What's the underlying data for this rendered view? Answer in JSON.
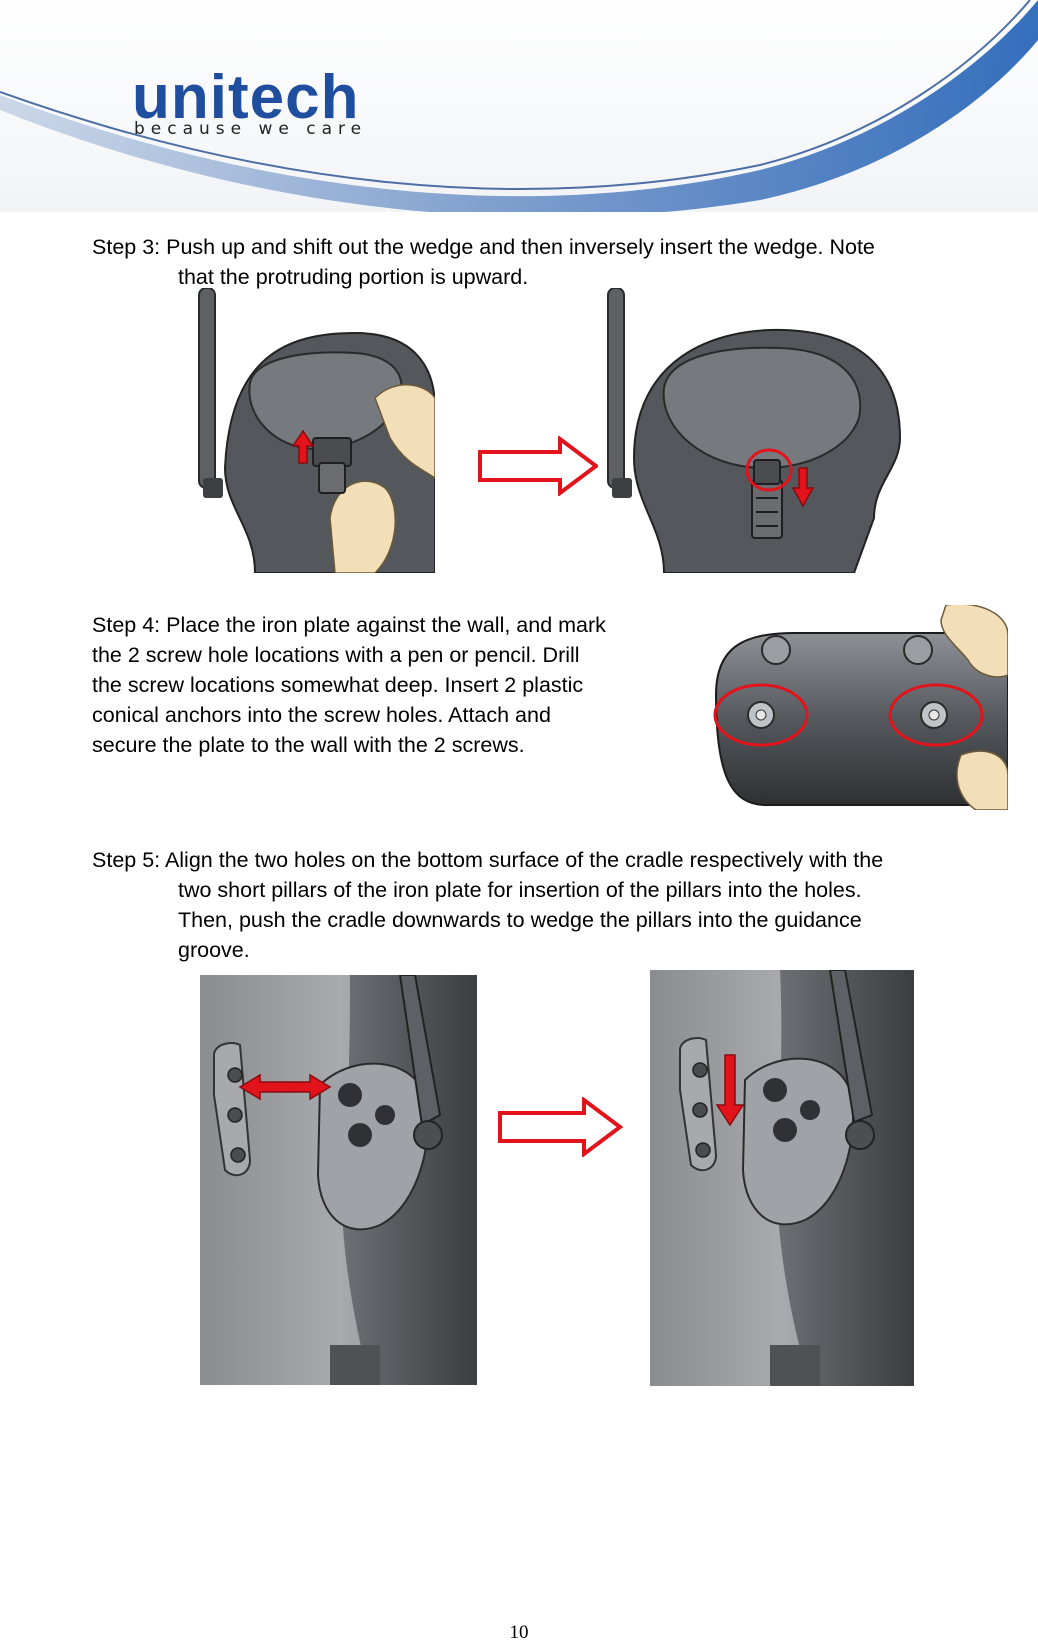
{
  "header": {
    "logo_word": "unitech",
    "logo_tagline": "because we care"
  },
  "steps": [
    {
      "label": "Step 3:",
      "line1": "Push up and shift out the wedge and then inversely insert the wedge. Note",
      "line2": "that the protruding portion is upward."
    },
    {
      "lines": [
        "Step 4: Place the iron plate against the wall, and mark",
        "the 2 screw hole locations with a pen or pencil. Drill",
        "the screw locations somewhat deep. Insert 2 plastic",
        "conical anchors into the screw holes. Attach and",
        "secure the plate to the wall with the 2 screws."
      ]
    },
    {
      "label": "Step 5:",
      "line1": "Align the two holes on the bottom surface of the cradle respectively with the",
      "line2": "two short pillars of the iron plate for insertion of the pillars into the holes.",
      "line3": "Then, push the cradle downwards to wedge the pillars into the guidance",
      "line4": "groove."
    }
  ],
  "colors": {
    "brand_blue": "#1f4e9e",
    "arrow_red": "#e3131b",
    "device_gray": "#4a4c50"
  },
  "page_number": "10"
}
